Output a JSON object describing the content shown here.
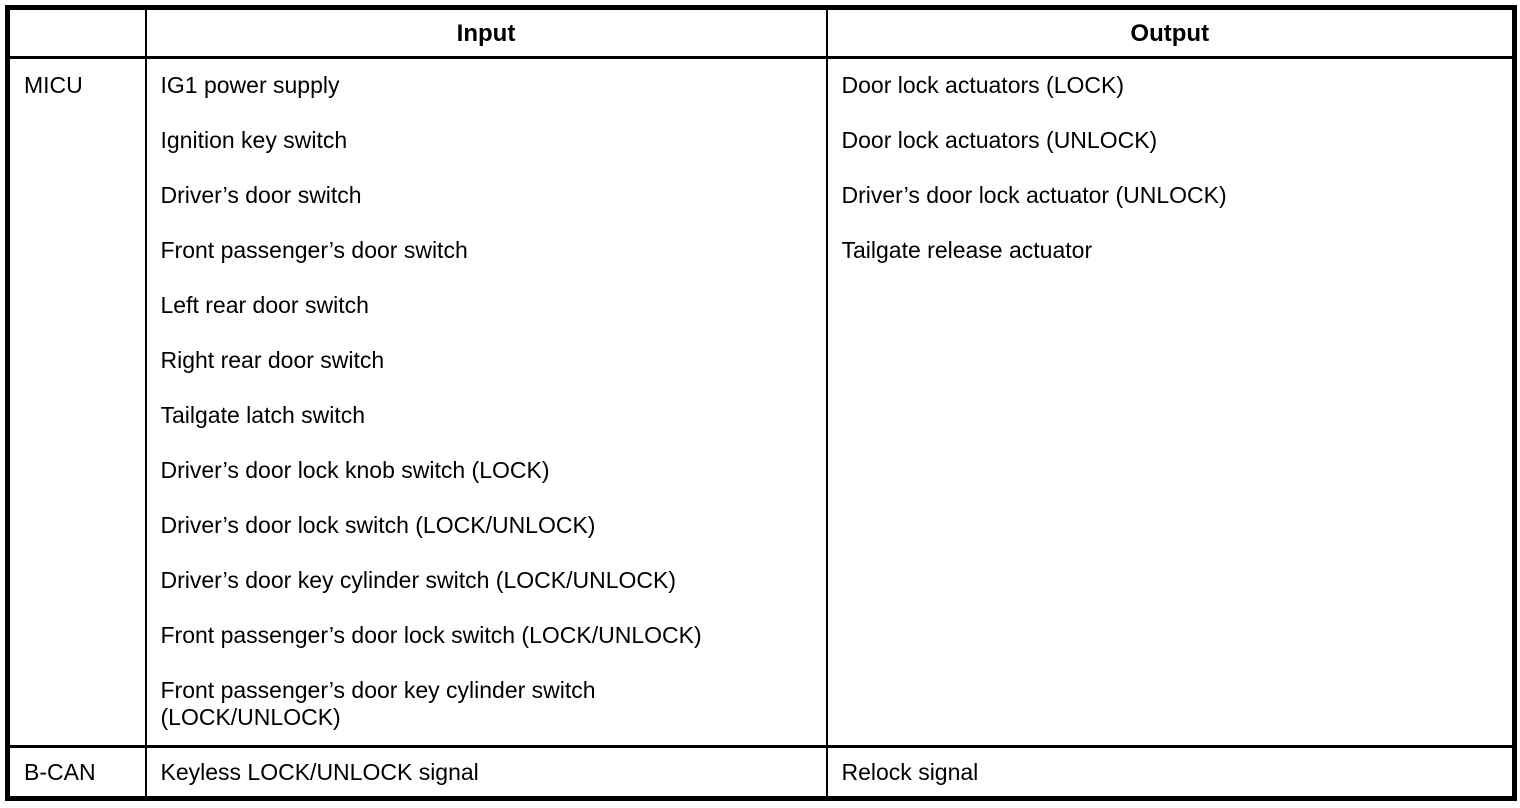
{
  "table": {
    "headers": {
      "source": "",
      "input": "Input",
      "output": "Output"
    },
    "rows": [
      {
        "source": "MICU",
        "inputs": [
          "IG1 power supply",
          "Ignition key switch",
          "Driver’s door switch",
          "Front passenger’s door switch",
          "Left rear door switch",
          "Right rear door switch",
          "Tailgate latch switch",
          "Driver’s door lock knob switch (LOCK)",
          "Driver’s door lock switch (LOCK/UNLOCK)",
          "Driver’s door key cylinder switch (LOCK/UNLOCK)",
          "Front passenger’s door lock switch (LOCK/UNLOCK)",
          "Front passenger’s door key cylinder switch\n(LOCK/UNLOCK)"
        ],
        "outputs": [
          "Door lock actuators (LOCK)",
          "Door lock actuators (UNLOCK)",
          "Driver’s door lock actuator (UNLOCK)",
          "Tailgate release actuator"
        ]
      },
      {
        "source": "B-CAN",
        "inputs": [
          "Keyless LOCK/UNLOCK signal"
        ],
        "outputs": [
          "Relock signal"
        ]
      }
    ]
  },
  "colors": {
    "border": "#000000",
    "text": "#000000",
    "background": "#ffffff"
  }
}
